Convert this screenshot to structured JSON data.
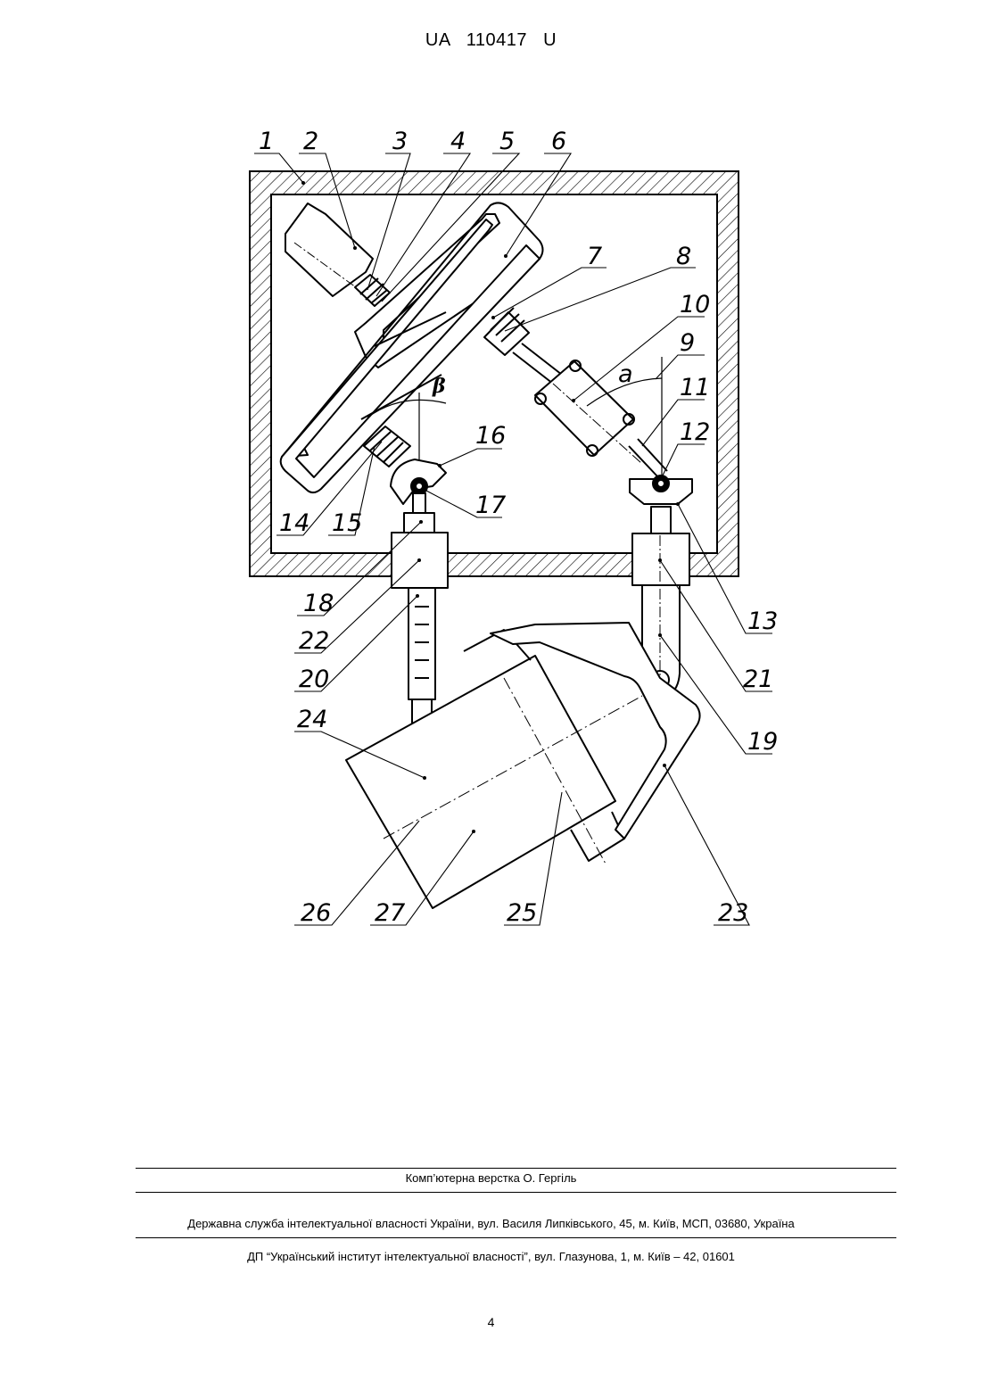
{
  "header": {
    "patent_code": "UA   110417   U"
  },
  "figure": {
    "labels": [
      "1",
      "2",
      "3",
      "4",
      "5",
      "6",
      "7",
      "8",
      "10",
      "9",
      "11",
      "12",
      "16",
      "17",
      "14",
      "15",
      "18",
      "22",
      "20",
      "13",
      "21",
      "19",
      "24",
      "26",
      "27",
      "25",
      "23"
    ],
    "angle_alpha": "a",
    "angle_beta": "β"
  },
  "footer": {
    "layout_credit": "Комп’ютерна верстка О. Гергіль",
    "agency_address": "Державна служба інтелектуальної власності України, вул. Василя Липківського, 45, м. Київ, МСП, 03680, Україна",
    "institute_address": "ДП “Український інститут інтелектуальної власності”, вул. Глазунова, 1, м. Київ – 42, 01601"
  },
  "page_number": "4"
}
